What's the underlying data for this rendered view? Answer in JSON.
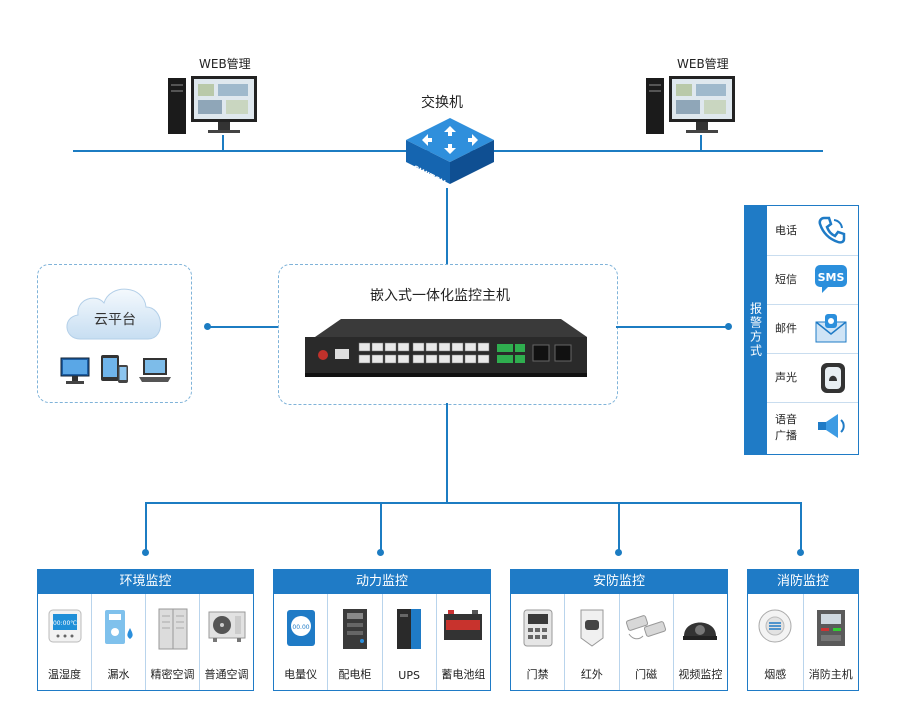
{
  "web_left": "WEB管理",
  "web_right": "WEB管理",
  "switch_title": "交换机",
  "switch_badge": "SWITCH",
  "cloud": "云平台",
  "host_title": "嵌入式一体化监控主机",
  "alarm": {
    "title": "报警方式",
    "items": [
      {
        "label": "电话",
        "icon": "phone-icon"
      },
      {
        "label": "短信",
        "icon": "sms-icon"
      },
      {
        "label": "邮件",
        "icon": "mail-icon"
      },
      {
        "label": "声光",
        "icon": "alarm-light-icon"
      },
      {
        "label": "语音\n广播",
        "icon": "loudspeaker-icon"
      }
    ],
    "sms_text": "SMS"
  },
  "categories": [
    {
      "title": "环境监控",
      "items": [
        "温湿度",
        "漏水",
        "精密空调",
        "普通空调"
      ],
      "thermo_reading": "00:00℃"
    },
    {
      "title": "动力监控",
      "items": [
        "电量仪",
        "配电柜",
        "UPS",
        "蓄电池组"
      ],
      "meter_reading": "00.00"
    },
    {
      "title": "安防监控",
      "items": [
        "门禁",
        "红外",
        "门磁",
        "视频监控"
      ]
    },
    {
      "title": "消防监控",
      "items": [
        "烟感",
        "消防主机"
      ]
    }
  ],
  "colors": {
    "accent": "#1f7bc6",
    "line": "#1c7cc2"
  }
}
